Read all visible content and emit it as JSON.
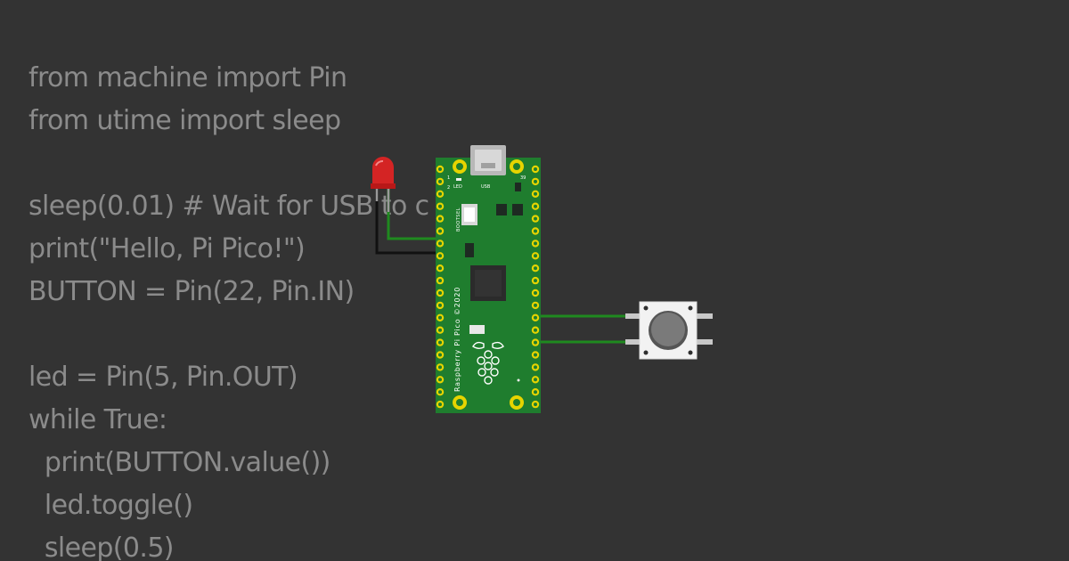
{
  "editor": {
    "code_lines": [
      "from machine import Pin",
      "from utime import sleep",
      "",
      "sleep(0.01) # Wait for USB to c",
      "print(\"Hello, Pi Pico!\")",
      "BUTTON = Pin(22, Pin.IN)",
      "",
      "led = Pin(5, Pin.OUT)",
      "while True:",
      "  print(BUTTON.value())",
      "  led.toggle()",
      "  sleep(0.5)"
    ]
  },
  "board": {
    "label_led": "LED",
    "label_usb": "USB",
    "label_bootsel": "BOOTSEL",
    "label_name": "Raspberry Pi Pico ©2020",
    "pin_1": "1",
    "pin_2": "2",
    "pin_39": "39"
  },
  "colors": {
    "background": "#333333",
    "code_text": "#8b8b8b",
    "board_green": "#1f7d2e",
    "wire_green": "#1f8a1f",
    "wire_black": "#111111",
    "led_red": "#d42424",
    "pad_yellow": "#e6d400"
  },
  "components": {
    "led": "led-icon",
    "pushbutton": "pushbutton-icon",
    "raspberry_logo": "raspberry-logo-icon"
  }
}
